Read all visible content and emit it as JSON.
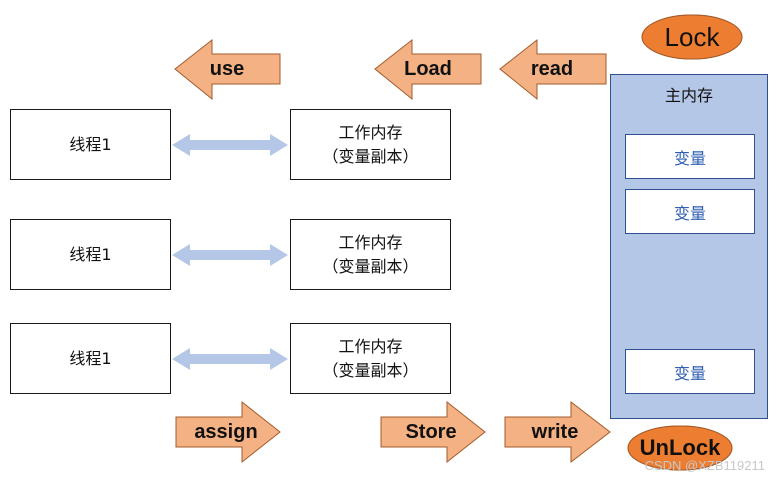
{
  "top_arrows": {
    "use": "use",
    "load": "Load",
    "read": "read"
  },
  "bottom_arrows": {
    "assign": "assign",
    "store": "Store",
    "write": "write"
  },
  "lock_label": "Lock",
  "unlock_label": "UnLock",
  "main_memory": {
    "title": "主内存",
    "variables": [
      "变量",
      "变量",
      "变量"
    ]
  },
  "rows": [
    {
      "thread": "线程1",
      "work_line1": "工作内存",
      "work_line2": "（变量副本）"
    },
    {
      "thread": "线程1",
      "work_line1": "工作内存",
      "work_line2": "（变量副本）"
    },
    {
      "thread": "线程1",
      "work_line1": "工作内存",
      "work_line2": "（变量副本）"
    }
  ],
  "colors": {
    "arrow_fill": "#f4b183",
    "arrow_stroke": "#a15b2a",
    "ellipse_fill": "#ed7d31",
    "main_memory_fill": "#b4c7e7",
    "double_arrow": "#b4c7e7",
    "variable_text": "#2e5fb3"
  },
  "watermark": "CSDN @XZB119211"
}
